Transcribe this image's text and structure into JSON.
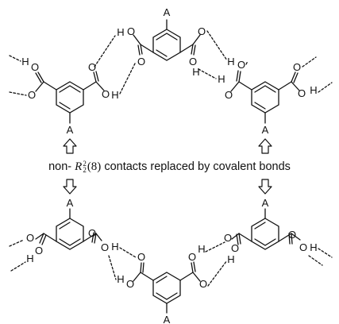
{
  "labels": {
    "substituent": "A",
    "hydrogen": "H",
    "oxygen": "O"
  },
  "caption": {
    "prefix": "non- ",
    "motif_letter": "R",
    "motif_sup": "2",
    "motif_sub": "2",
    "motif_ring": "(8)",
    "suffix": " contacts replaced by covalent bonds"
  }
}
